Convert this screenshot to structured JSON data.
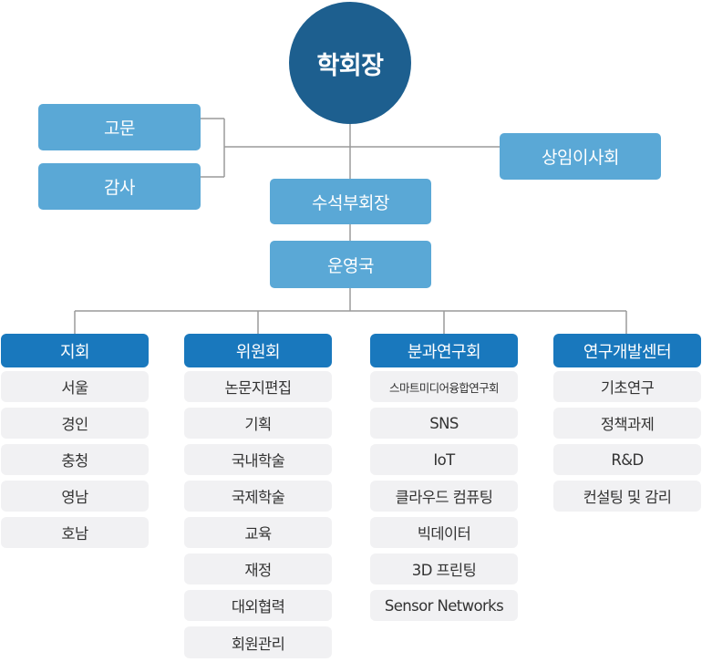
{
  "chart_data": {
    "type": "diagram",
    "root": "학회장",
    "advisors": [
      "고문",
      "감사"
    ],
    "board": "상임이사회",
    "vice_chair": "수석부회장",
    "office": "운영국",
    "columns": [
      {
        "title": "지회",
        "items": [
          "서울",
          "경인",
          "충청",
          "영남",
          "호남"
        ]
      },
      {
        "title": "위원회",
        "items": [
          "논문지편집",
          "기획",
          "국내학술",
          "국제학술",
          "교육",
          "재정",
          "대외협력",
          "회원관리"
        ]
      },
      {
        "title": "분과연구회",
        "items": [
          "스마트미디어융합연구회",
          "SNS",
          "IoT",
          "클라우드 컴퓨팅",
          "빅데이터",
          "3D 프린팅",
          "Sensor Networks"
        ]
      },
      {
        "title": "연구개발센터",
        "items": [
          "기초연구",
          "정책과제",
          "R&D",
          "컨설팅 및 감리"
        ]
      }
    ]
  },
  "colors": {
    "root": "#1d5f8f",
    "mid": "#5aa8d6",
    "column_header": "#1978bd",
    "item_bg": "#f1f1f3",
    "line": "#9a9a9a"
  }
}
